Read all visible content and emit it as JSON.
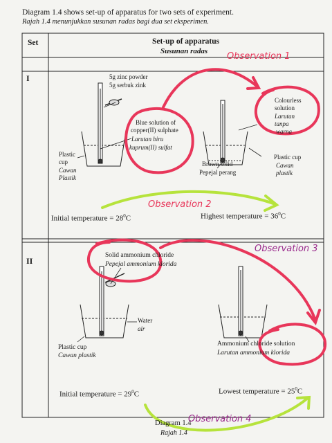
{
  "caption": {
    "english": "Diagram 1.4 shows set-up of apparatus for two sets of experiment.",
    "malay": "Rajah 1.4  menunjukkan susunan radas bagi dua set eksperimen."
  },
  "table": {
    "col_set": "Set",
    "col_setup": "Set-up of apparatus",
    "col_setup_malay": "Susunan radas"
  },
  "set1": {
    "label": "I",
    "zinc_en": "5g zinc powder",
    "zinc_ms": "5g serbuk zink",
    "blue_l1": "Blue solution of",
    "blue_l2": "copper(II) sulphate",
    "blue_ms1": "Larutan biru",
    "blue_ms2": "kuprum(II) sulfat",
    "cup_left_en1": "Plastic",
    "cup_left_en2": "cup",
    "cup_left_ms1": "Cawan",
    "cup_left_ms2": "Plastik",
    "brown_en1": "Brown solid",
    "brown_ms": "Pepejal perang",
    "colourless_1": "Colourless",
    "colourless_2": "solution",
    "colourless_ms1": "Larutan",
    "colourless_ms2": "tanpa",
    "colourless_ms3": "warna",
    "cup_right_en": "Plastic cup",
    "cup_right_ms1": "Cawan",
    "cup_right_ms2": "plastik",
    "initial_label": "Initial temperature  =  28",
    "initial_unit": "C",
    "highest_label": "Highest temperature  =  36",
    "highest_unit": "C"
  },
  "set2": {
    "label": "II",
    "nh4cl_en": "Solid ammonium chloride",
    "nh4cl_ms": "Pepejal ammonium klorida",
    "water_en": "Water",
    "water_ms": "air",
    "cup_en": "Plastic cup",
    "cup_ms": "Cawan plastik",
    "solution_en": "Ammonium chloride solution",
    "solution_ms": "Larutan ammonium klorida",
    "initial_label": "Initial temperature  =  29",
    "initial_unit": "C",
    "lowest_label": "Lowest temperature  =  25",
    "lowest_unit": "C"
  },
  "footer": {
    "diagram": "Diagram 1.4",
    "rajah": "Rajah 1.4"
  },
  "annotations": {
    "obs1": "Observation 1",
    "obs2": "Observation 2",
    "obs3": "Observation 3",
    "obs4": "Observation 4",
    "obs_color": "#9a2a8c",
    "red_ink": "#e8365a",
    "green_ink": "#b6e33c"
  }
}
